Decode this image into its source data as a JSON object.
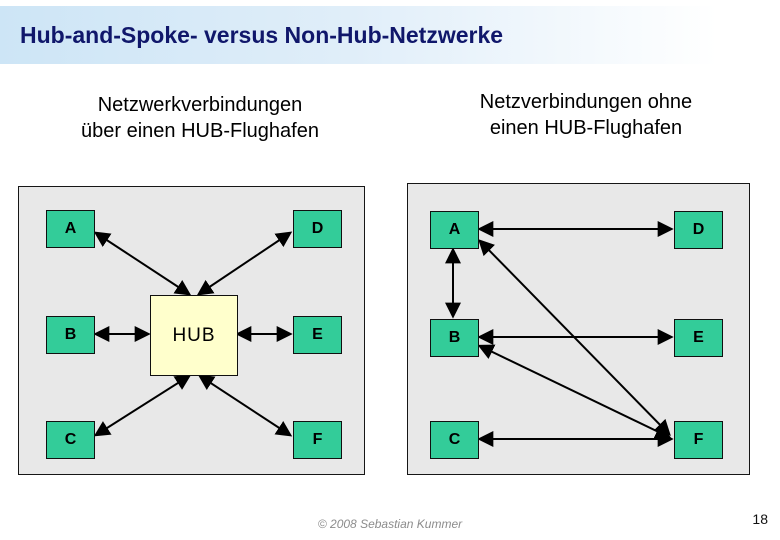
{
  "title": "Hub-and-Spoke- versus Non-Hub-Netzwerke",
  "left_diagram": {
    "heading_line1": "Netzwerkverbindungen",
    "heading_line2": "über einen HUB-Flughafen",
    "nodes": {
      "a": "A",
      "b": "B",
      "c": "C",
      "d": "D",
      "e": "E",
      "f": "F",
      "hub": "HUB"
    },
    "connections": [
      "A ↔ HUB",
      "B ↔ HUB",
      "C ↔ HUB",
      "D ↔ HUB",
      "E ↔ HUB",
      "F ↔ HUB"
    ]
  },
  "right_diagram": {
    "heading_line1": "Netzverbindungen ohne",
    "heading_line2": "einen HUB-Flughafen",
    "nodes": {
      "a": "A",
      "b": "B",
      "c": "C",
      "d": "D",
      "e": "E",
      "f": "F"
    },
    "connections": [
      "A ↔ D",
      "A ↔ B",
      "A ↔ F",
      "B ↔ E",
      "B ↔ F",
      "C ↔ F"
    ]
  },
  "footer": {
    "copyright": "© 2008 Sebastian Kummer",
    "page_number": "18"
  },
  "colors": {
    "node_fill": "#33cc99",
    "hub_fill": "#ffffcc",
    "panel_bg": "#e8e8e8",
    "band_start": "#cde5f6",
    "band_end": "#ffffff",
    "title_text": "#10176b",
    "arrow": "#000000",
    "footer_text": "#8c8c8c"
  }
}
